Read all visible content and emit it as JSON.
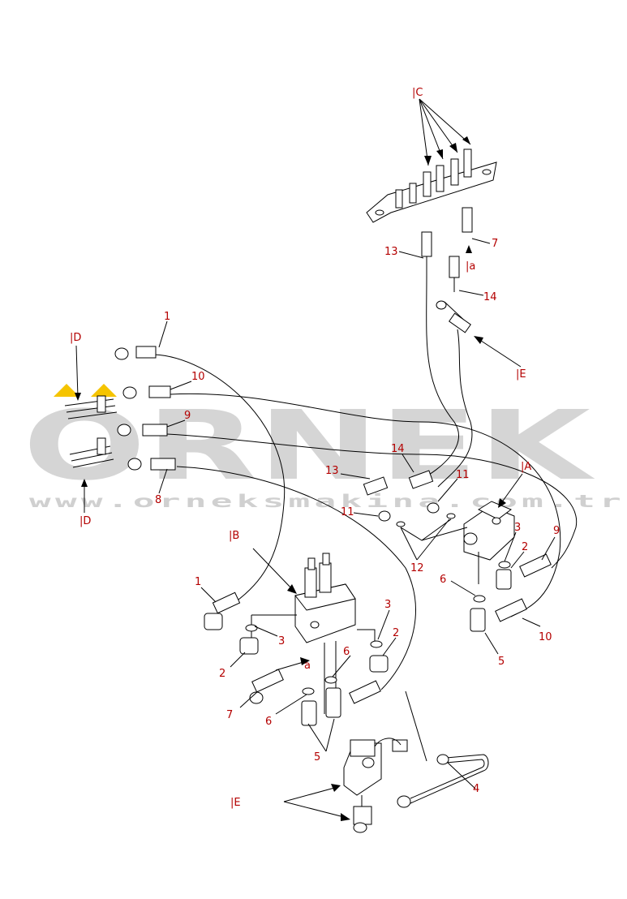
{
  "watermark": {
    "brand": "ORNEK",
    "site": "www.orneksmakina.com.tr",
    "accent_color": "#f5c400",
    "gray_color": "#c8c8c8"
  },
  "callouts": {
    "C": "|C",
    "D_top": "|D",
    "D_bottom": "|D",
    "A": "|A",
    "B": "|B",
    "E_left": "|E",
    "E_right": "|E",
    "a_top": "|a",
    "a_mid": "a"
  },
  "part_numbers": {
    "p1_top": "1",
    "p10_top": "10",
    "p9_top": "9",
    "p8": "8",
    "p13_top": "13",
    "p7_top": "7",
    "p14_top": "14",
    "p14_mid": "14",
    "p13_mid": "13",
    "p11_right": "11",
    "p11_left": "11",
    "p12": "12",
    "p3_right": "3",
    "p2_right": "2",
    "p9_right": "9",
    "p6_right": "6",
    "p10_right": "10",
    "p5_right": "5",
    "p1_left": "1",
    "p3_left": "3",
    "p2_left": "2",
    "p3_mid": "3",
    "p2_mid": "2",
    "p6_mid": "6",
    "p7_left": "7",
    "p6_left": "6",
    "p5_left": "5",
    "p4": "4"
  }
}
